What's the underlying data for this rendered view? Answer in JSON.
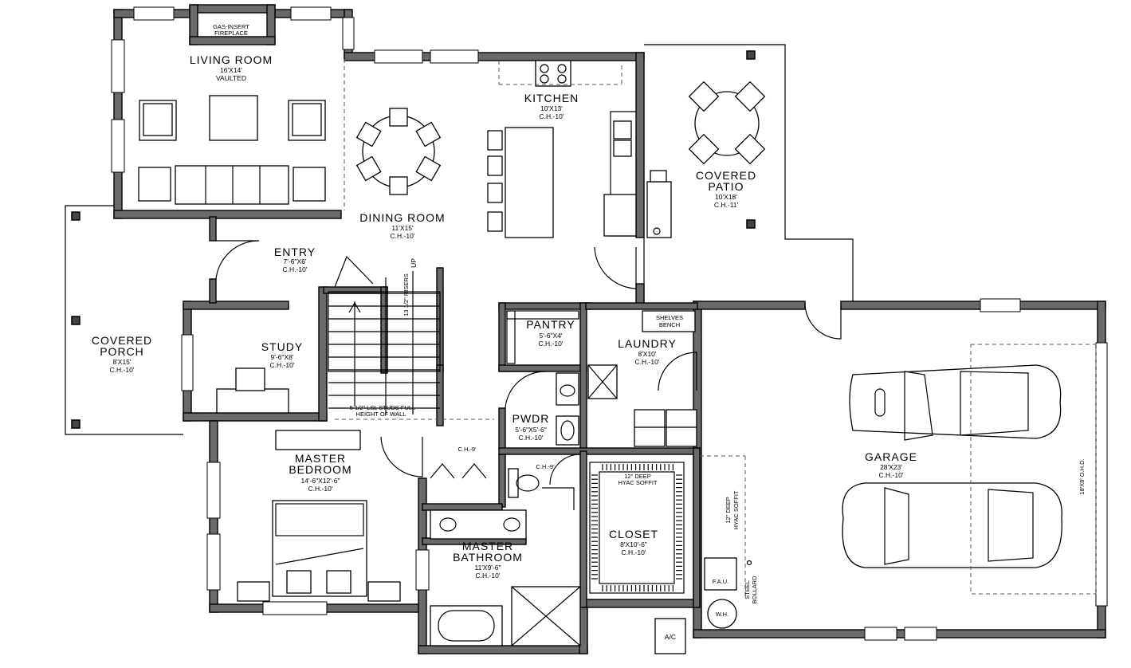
{
  "rooms": {
    "living": {
      "name": "LIVING ROOM",
      "size": "16'X14'",
      "ceiling": "VAULTED"
    },
    "fireplace": {
      "line1": "GAS-INSERT",
      "line2": "FIREPLACE"
    },
    "kitchen": {
      "name": "KITCHEN",
      "size": "10'X13'",
      "ceiling": "C.H.-10'"
    },
    "patio": {
      "name1": "COVERED",
      "name2": "PATIO",
      "size": "10'X18'",
      "ceiling": "C.H.-11'"
    },
    "dining": {
      "name": "DINING ROOM",
      "size": "11'X15'",
      "ceiling": "C.H.-10'"
    },
    "entry": {
      "name": "ENTRY",
      "size": "7'-6\"X6'",
      "ceiling": "C.H.-10'"
    },
    "porch": {
      "name1": "COVERED",
      "name2": "PORCH",
      "size": "8'X15'",
      "ceiling": "C.H.-10'"
    },
    "study": {
      "name": "STUDY",
      "size": "9'-6\"X8'",
      "ceiling": "C.H.-10'"
    },
    "pantry": {
      "name": "PANTRY",
      "size": "5'-6\"X4'",
      "ceiling": "C.H.-10'"
    },
    "laundry": {
      "name": "LAUNDRY",
      "size": "8'X10'",
      "ceiling": "C.H.-10'"
    },
    "shelves": {
      "line1": "SHELVES",
      "line2": "BENCH"
    },
    "pwdr": {
      "name": "PWDR",
      "size": "5'-6\"X5'-6\"",
      "ceiling": "C.H.-10'"
    },
    "master_bed": {
      "name1": "MASTER",
      "name2": "BEDROOM",
      "size": "14'-6\"X12'-6\"",
      "ceiling": "C.H.-10'"
    },
    "master_bath": {
      "name1": "MASTER",
      "name2": "BATHROOM",
      "size": "11'X9'-6\"",
      "ceiling": "C.H.-10'"
    },
    "closet": {
      "name": "CLOSET",
      "size": "8'X10'-6\"",
      "ceiling": "C.H.-10'"
    },
    "garage": {
      "name": "GARAGE",
      "size": "28'X23'",
      "ceiling": "C.H.-10'"
    }
  },
  "notes": {
    "stairs_up": "UP",
    "stairs_risers": "13 1/2\" RISERS",
    "lsl_line1": "5 1/2\" LSL STUDS FULL",
    "lsl_line2": "HEIGHT OF WALL",
    "ch9_a": "C.H.-9'",
    "ch9_b": "C.H.-9'",
    "hvac_closet_1": "12\" DEEP",
    "hvac_closet_2": "HYAC SOFFIT",
    "hvac_garage_1": "12\" DEEP",
    "hvac_garage_2": "HYAC SOFFIT",
    "garage_door": "18'X8' O.H.D.",
    "fau": "F.A.U.",
    "wh": "W.H.",
    "bollard_1": "STEEL",
    "bollard_2": "BOLLARD",
    "ac": "A/C"
  }
}
